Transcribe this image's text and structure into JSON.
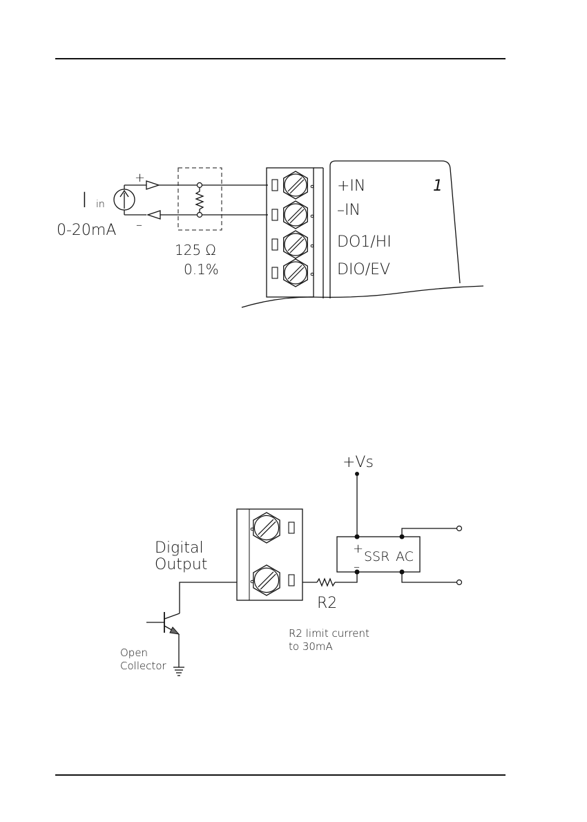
{
  "diagram1": {
    "source_label": "I",
    "source_sub": "in",
    "range_label": "0-20mA",
    "plus": "+",
    "minus": "–",
    "resistor_value": "125 Ω",
    "resistor_tolerance": "0.1%",
    "terminals": [
      "+IN",
      "–IN",
      "DO1/HI",
      "DIO/EV"
    ],
    "channel_number": "1"
  },
  "diagram2": {
    "supply_label": "+Vs",
    "digital_output_line1": "Digital",
    "digital_output_line2": "Output",
    "open_collector_line1": "Open",
    "open_collector_line2": "Collector",
    "ssr_label": "SSR",
    "ac_label": "AC",
    "ssr_plus": "+",
    "ssr_minus": "–",
    "r2_label": "R2",
    "note_line1": "R2 limit current",
    "note_line2": "to 30mA"
  },
  "colors": {
    "ink": "#111111",
    "background": "#ffffff"
  }
}
